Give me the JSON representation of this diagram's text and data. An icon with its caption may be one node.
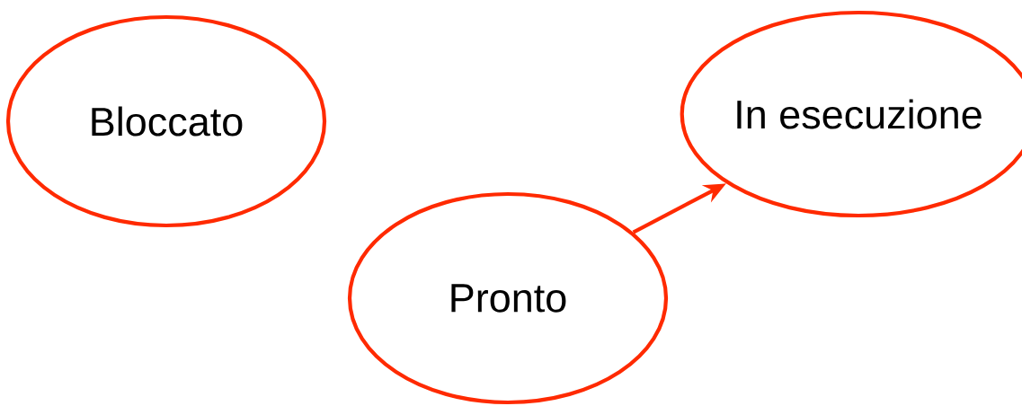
{
  "diagram": {
    "nodes": [
      {
        "text": [
          "Bloccato"
        ]
      },
      {
        "text": [
          "In esecuzione"
        ]
      },
      {
        "text": [
          "Pronto"
        ]
      }
    ],
    "edges": [
      {
        "from": 2,
        "to": 1,
        "arrow": "to"
      }
    ]
  }
}
